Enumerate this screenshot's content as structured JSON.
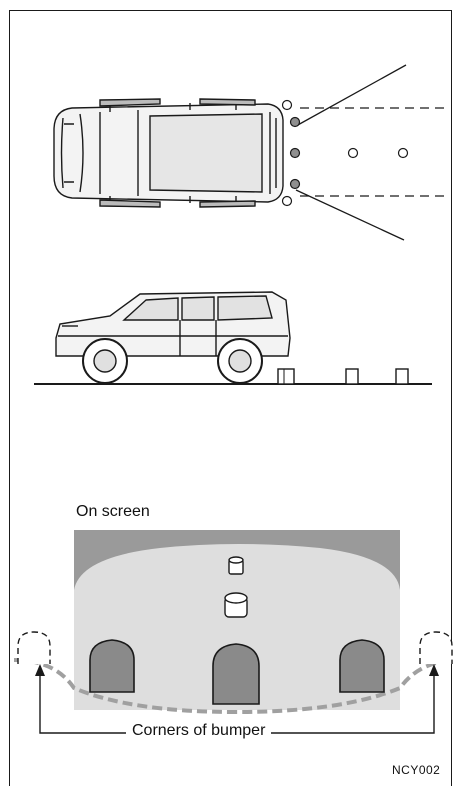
{
  "labels": {
    "on_screen": "On screen",
    "corners_of_bumper": "Corners of bumper",
    "figure_code": "NCY002"
  },
  "colors": {
    "line": "#1a1a1a",
    "screen_top": "#9a9a9a",
    "screen_fill": "#dedede",
    "object_fill": "#8a8a8a",
    "dashed_bumper": "#9d9d9d"
  }
}
